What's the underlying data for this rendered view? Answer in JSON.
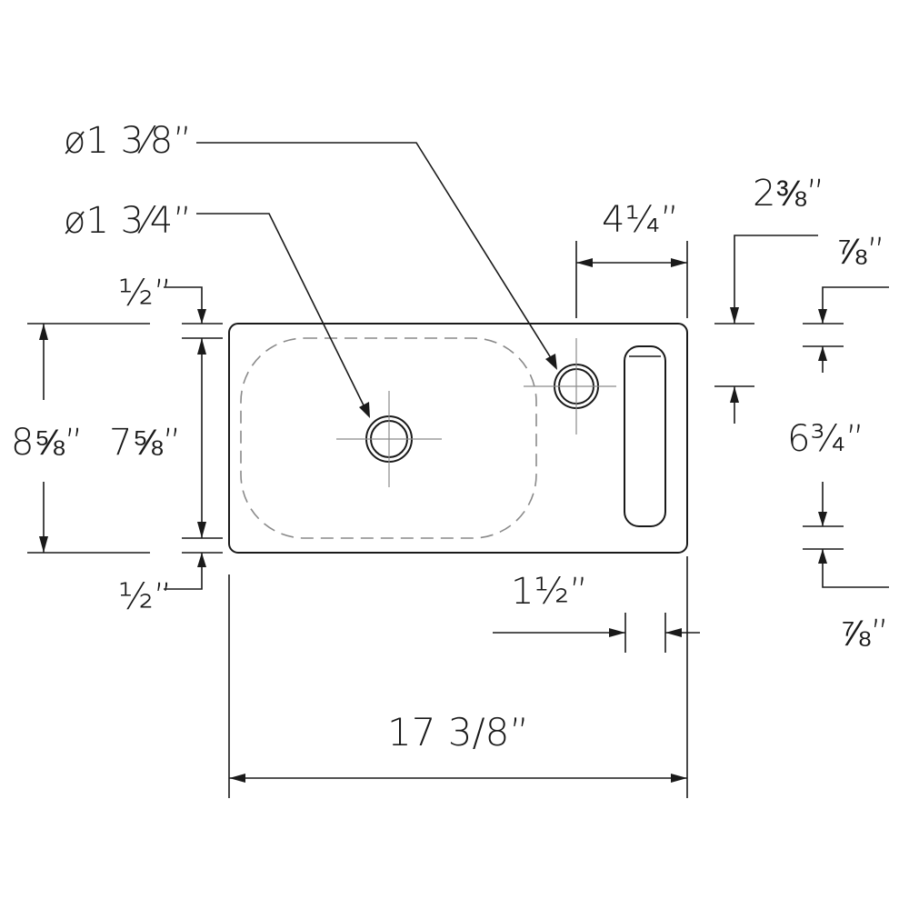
{
  "dimensions": {
    "outlet_diameter": "ø1  3⁄8”",
    "drain_diameter": "ø1  3⁄4”",
    "right_offset": "4¼”",
    "outlet_from_top": "2⅜”",
    "top_edge_right": "⅞”",
    "top_edge_left": "½”",
    "overall_depth": "8⅝”",
    "inner_depth": "7⅝”",
    "slot_length": "6¾”",
    "bottom_edge_left": "½”",
    "slot_width": "1½”",
    "bottom_edge_right": "⅞”",
    "overall_width": "17  3/8”"
  }
}
